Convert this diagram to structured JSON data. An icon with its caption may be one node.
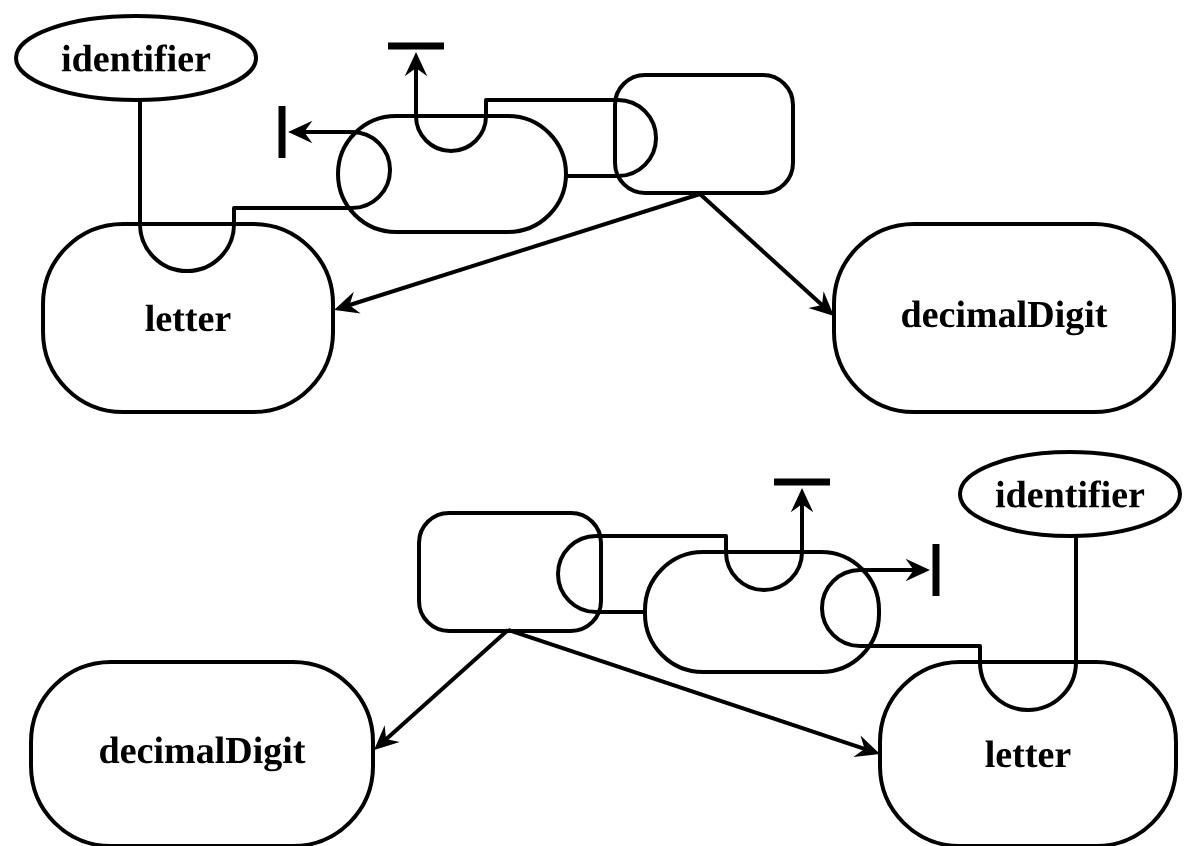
{
  "diagram": {
    "nodes": [
      {
        "text": [
          "identifier"
        ]
      },
      {
        "text": [
          "letter"
        ]
      },
      {
        "text": [
          "decimalDigit"
        ]
      },
      {
        "text": [],
        "shape": "cylinder"
      },
      {
        "text": [],
        "shape": "box"
      },
      {
        "text": [],
        "shape": "box"
      },
      {
        "text": [],
        "shape": "cylinder"
      },
      {
        "text": [
          "identifier"
        ]
      },
      {
        "text": [
          "decimalDigit"
        ]
      },
      {
        "text": [
          "letter"
        ]
      }
    ],
    "edges": [
      {
        "from": 0,
        "to": 1,
        "arrow": "none"
      },
      {
        "from": 1,
        "to": 3,
        "arrow": "none"
      },
      {
        "from": 3,
        "to": 4,
        "arrow": "none"
      },
      {
        "from": 4,
        "to": 3,
        "arrow": "none"
      },
      {
        "from": 4,
        "to": 1,
        "arrow": "to"
      },
      {
        "from": 4,
        "to": 2,
        "arrow": "to"
      },
      {
        "from": 3,
        "to": null,
        "arrow": "to"
      },
      {
        "from": 3,
        "to": null,
        "arrow": "to"
      },
      {
        "from": 5,
        "to": 8,
        "arrow": "to"
      },
      {
        "from": 5,
        "to": 9,
        "arrow": "to"
      },
      {
        "from": 6,
        "to": 5,
        "arrow": "none"
      },
      {
        "from": 5,
        "to": 6,
        "arrow": "none"
      },
      {
        "from": 6,
        "to": null,
        "arrow": "to"
      },
      {
        "from": 6,
        "to": null,
        "arrow": "to"
      },
      {
        "from": 7,
        "to": 9,
        "arrow": "none"
      },
      {
        "from": 9,
        "to": 6,
        "arrow": "none"
      }
    ]
  }
}
